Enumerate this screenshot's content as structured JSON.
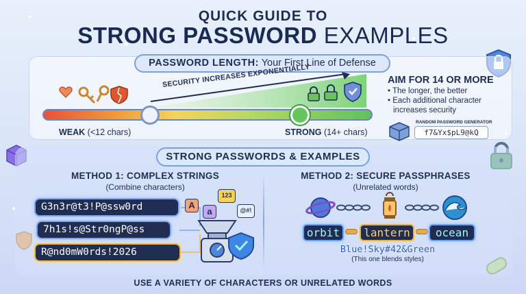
{
  "header": {
    "subtitle": "QUICK GUIDE TO",
    "title_bold": "STRONG PASSWORD",
    "title_light": " EXAMPLES"
  },
  "length_section": {
    "pill_bold": "PASSWORD LENGTH:",
    "pill_rest": " Your First Line of Defense",
    "ramp_text": "SECURITY INCREASES EXPONENTIALLY",
    "weak_bold": "WEAK",
    "weak_rest": " (<12 chars)",
    "strong_bold": "STRONG",
    "strong_rest": " (14+ chars)",
    "aim_title": "AIM FOR 14 OR MORE",
    "aim_points": [
      "The longer, the better",
      "Each additional character increases security"
    ],
    "generator_label": "RANDOM PASSWORD GENERATOR",
    "generator_value": "f7&Yx$pL9@kQ"
  },
  "examples_section": {
    "title": "STRONG PASSWORDS & EXAMPLES",
    "method1": {
      "title": "METHOD 1: COMPLEX STRINGS",
      "subtitle": "(Combine characters)",
      "passwords": [
        "G3n3r@t3!P@ssw0rd",
        "7h1s!s@Str0ngP@ss",
        "R@nd0mW0rds!2026"
      ],
      "chips": [
        "A",
        "a",
        "123",
        "@#!"
      ]
    },
    "method2": {
      "title": "METHOD 2: SECURE PASSPHRASES",
      "subtitle": "(Unrelated words)",
      "words": [
        "orbit",
        "lantern",
        "ocean"
      ],
      "blended": "Blue!Sky#42&Green",
      "note": "(This one blends styles)"
    }
  },
  "footer": "USE A VARIETY OF CHARACTERS OR UNRELATED WORDS",
  "colors": {
    "navy": "#1f2d52",
    "accent_blue": "#7aa0de",
    "green": "#5fc25d",
    "red": "#e9513d",
    "gold": "#e9b84a"
  }
}
